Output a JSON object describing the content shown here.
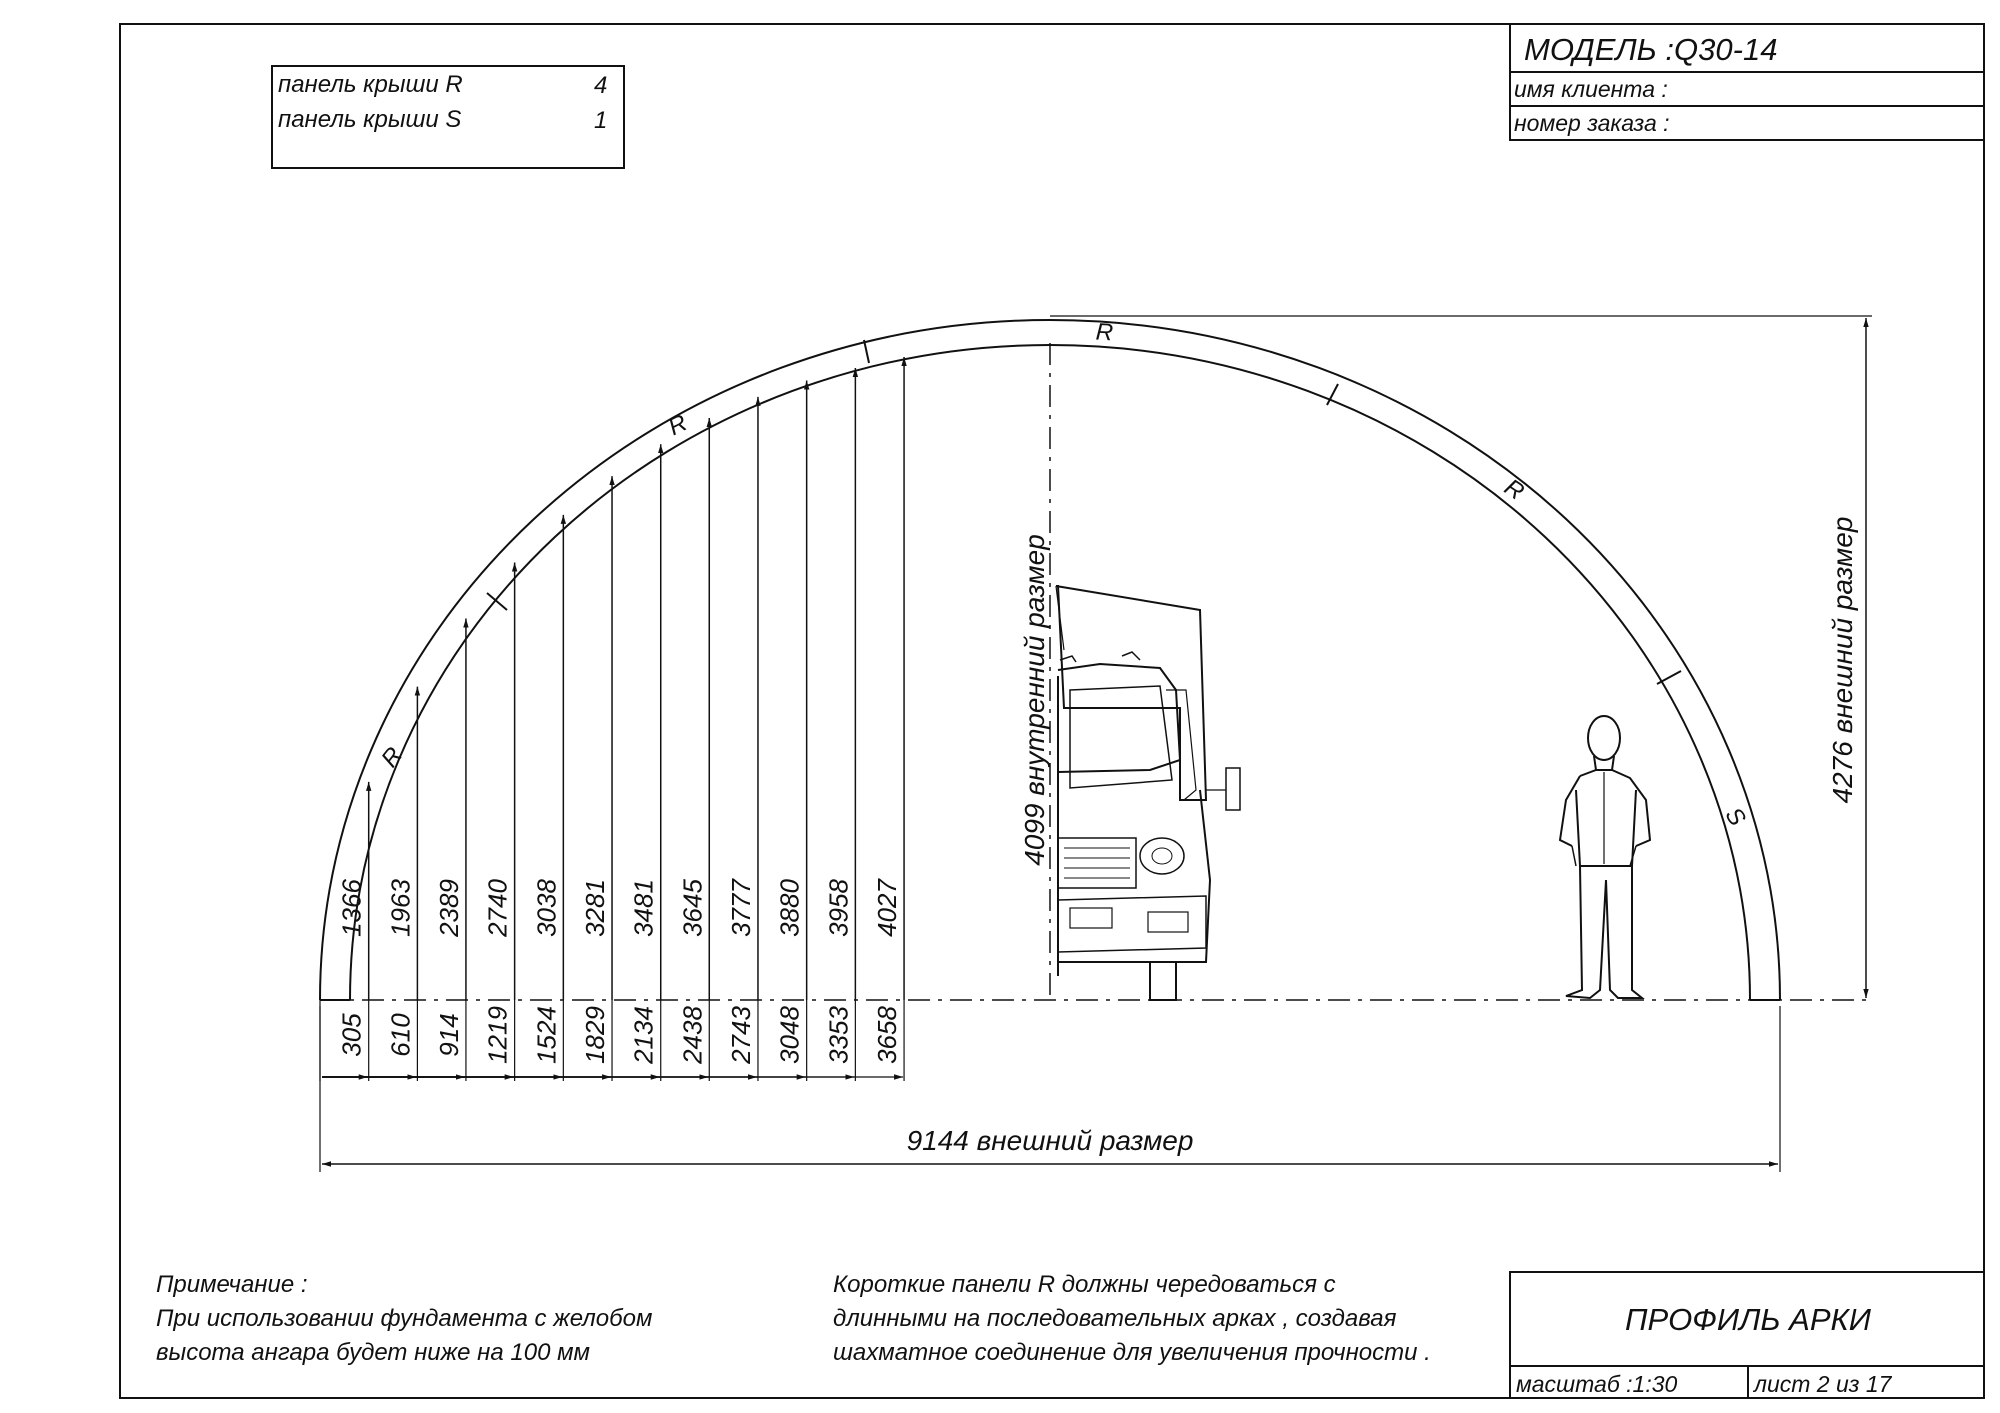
{
  "title_block": {
    "model": "МОДЕЛЬ :Q30-14",
    "client": "имя клиента :",
    "order": "номер заказа :"
  },
  "panel_table": {
    "rows": [
      {
        "label": "панель крыши R",
        "count": "4"
      },
      {
        "label": "панель крыши S",
        "count": "1"
      }
    ]
  },
  "arch_labels": [
    "R",
    "R",
    "R",
    "R",
    "S"
  ],
  "dimensions": {
    "horizontal": [
      "305",
      "610",
      "914",
      "1219",
      "1524",
      "1829",
      "2134",
      "2438",
      "2743",
      "3048",
      "3353",
      "3658"
    ],
    "vertical": [
      "1366",
      "1963",
      "2389",
      "2740",
      "3038",
      "3281",
      "3481",
      "3645",
      "3777",
      "3880",
      "3958",
      "4027"
    ],
    "width": "9144  внешний размер",
    "outer_height": "4276  внешний размер",
    "inner_height": "4099  внутренний размер"
  },
  "note_left": {
    "title": "Примечание :",
    "line1": "При использовании фундамента с желобом",
    "line2": "высота ангара будет ниже на  100  мм"
  },
  "note_right": {
    "line1": "Короткие панели  R  должны чередоваться  с",
    "line2": "длинными на последовательных арках , создавая",
    "line3": "шахматное соединение для увеличения прочности ."
  },
  "footer": {
    "drawing_title": "ПРОФИЛЬ АРКИ",
    "scale": "масштаб :1:30",
    "sheet": "лист  2  из  17"
  }
}
